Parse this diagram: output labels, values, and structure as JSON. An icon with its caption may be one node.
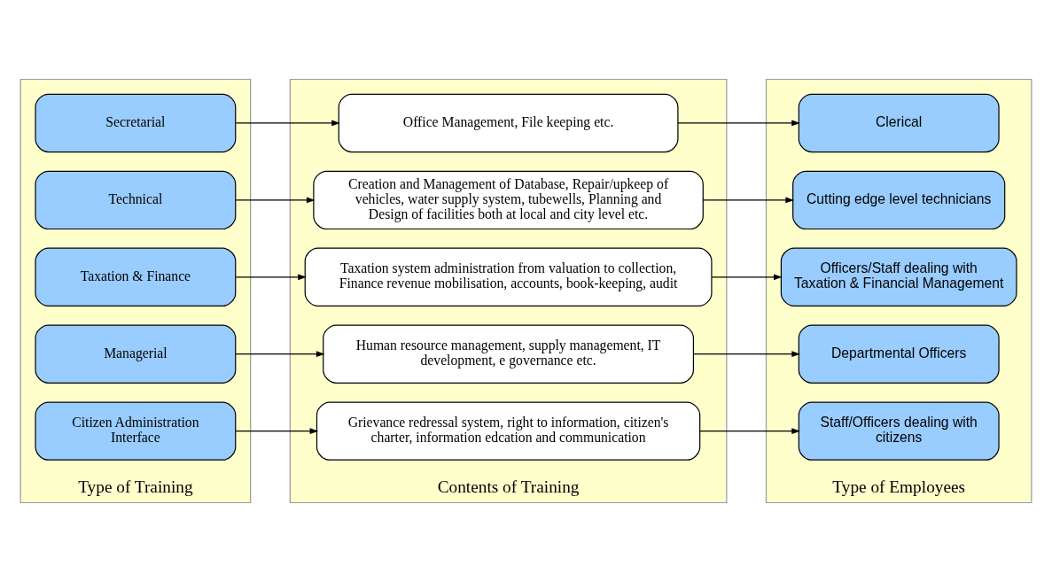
{
  "diagram": {
    "nodes": [
      {
        "text": [
          "Type of Training"
        ]
      },
      {
        "text": [
          "Secretarial"
        ],
        "in": 0
      },
      {
        "text": [
          "Technical"
        ],
        "in": 0
      },
      {
        "text": [
          "Taxation & Finance"
        ],
        "in": 0
      },
      {
        "text": [
          "Managerial"
        ],
        "in": 0
      },
      {
        "text": [
          "Citizen Administration Interface"
        ],
        "in": 0
      },
      {
        "text": [
          "Contents of Training"
        ]
      },
      {
        "text": [
          "Office Management, File keeping etc."
        ],
        "in": 6
      },
      {
        "text": [
          "Creation and Management of Database, Repair/upkeep of vehicles, water supply system, tubewells, Planning and Design of facilities both at local and city level etc."
        ],
        "in": 6
      },
      {
        "text": [
          "Taxation system administration from valuation to collection, Finance revenue mobilisation, accounts, book-keeping, audit"
        ],
        "in": 6
      },
      {
        "text": [
          "Human resource management, supply management, IT development, e governance etc."
        ],
        "in": 6
      },
      {
        "text": [
          "Grievance redressal system, right to information, citizen's charter, information edcation and communication"
        ],
        "in": 6
      },
      {
        "text": [
          "Type of Employees"
        ]
      },
      {
        "text": [
          "Clerical"
        ],
        "in": 12
      },
      {
        "text": [
          "Cutting edge level technicians"
        ],
        "in": 12
      },
      {
        "text": [
          "Officers/Staff dealing with Taxation & Financial Management"
        ],
        "in": 12
      },
      {
        "text": [
          "Departmental Officers"
        ],
        "in": 12
      },
      {
        "text": [
          "Staff/Officers dealing with citizens"
        ],
        "in": 12
      }
    ],
    "edges": [
      {
        "from": 1,
        "to": 7,
        "arrow": "to"
      },
      {
        "from": 7,
        "to": 13,
        "arrow": "to"
      },
      {
        "from": 2,
        "to": 8,
        "arrow": "to"
      },
      {
        "from": 8,
        "to": 14,
        "arrow": "to"
      },
      {
        "from": 3,
        "to": 9,
        "arrow": "to"
      },
      {
        "from": 9,
        "to": 15,
        "arrow": "to"
      },
      {
        "from": 4,
        "to": 10,
        "arrow": "to"
      },
      {
        "from": 10,
        "to": 16,
        "arrow": "to"
      },
      {
        "from": 5,
        "to": 11,
        "arrow": "to"
      },
      {
        "from": 11,
        "to": 17,
        "arrow": "to"
      }
    ]
  }
}
